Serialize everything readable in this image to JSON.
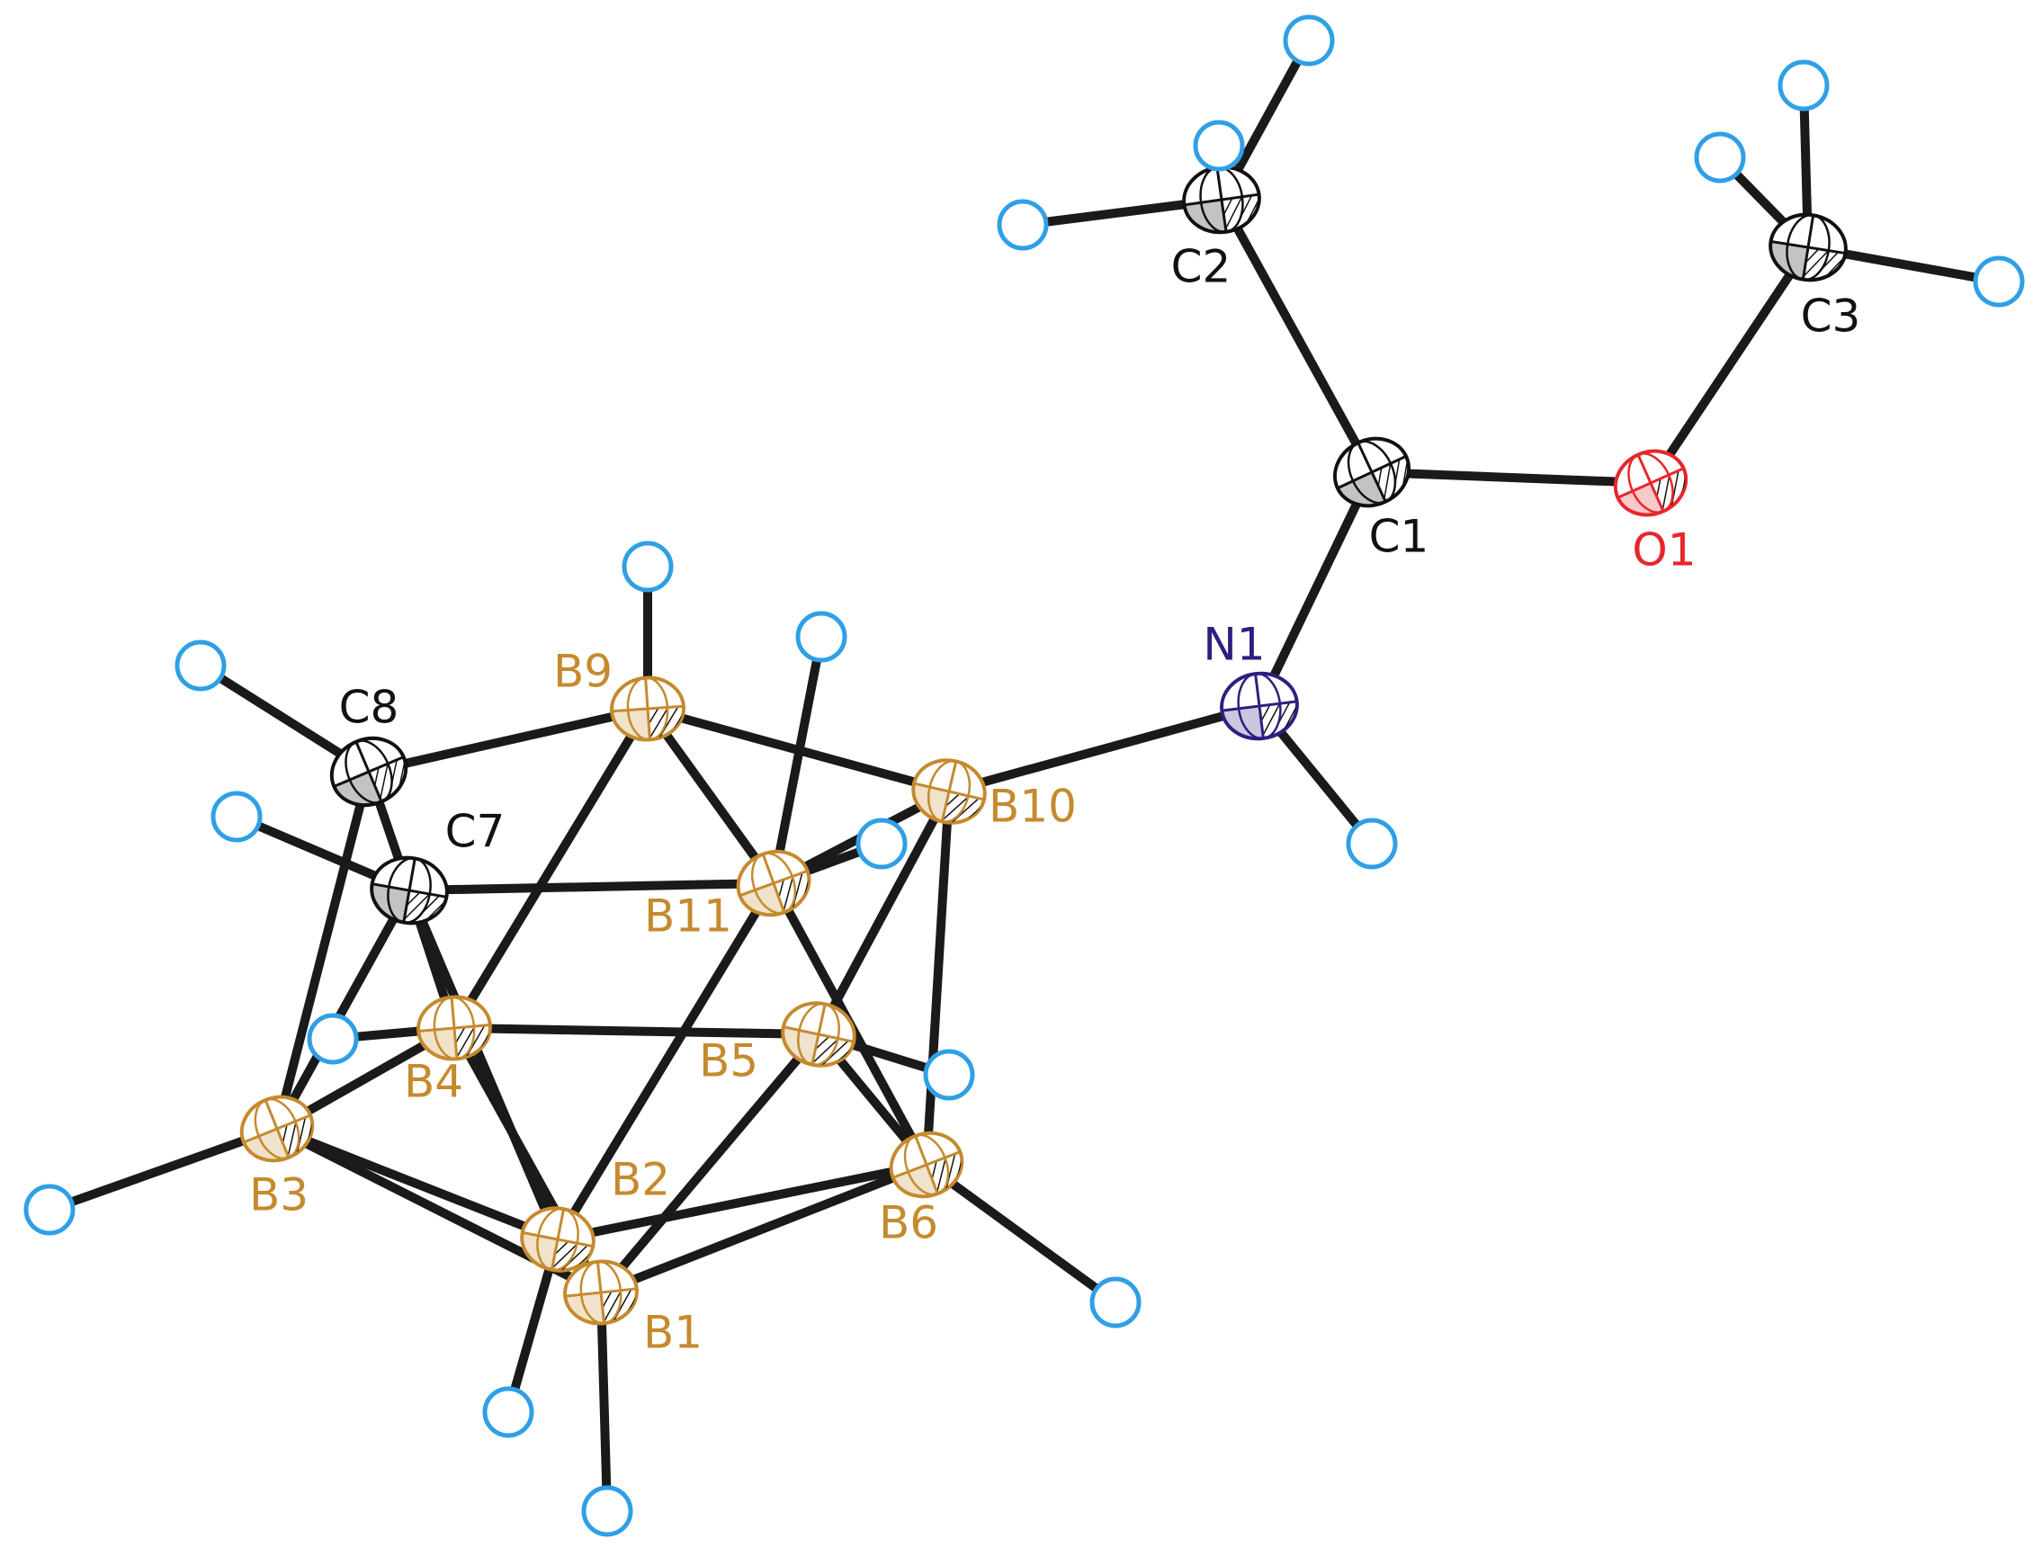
{
  "colors": {
    "bond": "#1a1a1a",
    "carbon": "#111111",
    "boron": "#c58a2e",
    "nitrogen": "#2b2080",
    "oxygen": "#e8262a",
    "hydrogen_fill": "#ffffff",
    "hydrogen_stroke": "#2f9fe6",
    "background": "#ffffff"
  },
  "atoms": [
    {
      "id": "C1",
      "label": "C1",
      "element": "C"
    },
    {
      "id": "C2",
      "label": "C2",
      "element": "C"
    },
    {
      "id": "C3",
      "label": "C3",
      "element": "C"
    },
    {
      "id": "O1",
      "label": "O1",
      "element": "O"
    },
    {
      "id": "N1",
      "label": "N1",
      "element": "N"
    },
    {
      "id": "C7",
      "label": "C7",
      "element": "C"
    },
    {
      "id": "C8",
      "label": "C8",
      "element": "C"
    },
    {
      "id": "B1",
      "label": "B1",
      "element": "B"
    },
    {
      "id": "B2",
      "label": "B2",
      "element": "B"
    },
    {
      "id": "B3",
      "label": "B3",
      "element": "B"
    },
    {
      "id": "B4",
      "label": "B4",
      "element": "B"
    },
    {
      "id": "B5",
      "label": "B5",
      "element": "B"
    },
    {
      "id": "B6",
      "label": "B6",
      "element": "B"
    },
    {
      "id": "B9",
      "label": "B9",
      "element": "B"
    },
    {
      "id": "B10",
      "label": "B10",
      "element": "B"
    },
    {
      "id": "B11",
      "label": "B11",
      "element": "B"
    }
  ],
  "bonds": [
    [
      "C2",
      "C1"
    ],
    [
      "C1",
      "O1"
    ],
    [
      "O1",
      "C3"
    ],
    [
      "C1",
      "N1"
    ],
    [
      "N1",
      "B10"
    ],
    [
      "C8",
      "B9"
    ],
    [
      "B9",
      "B10"
    ],
    [
      "C7",
      "B11"
    ],
    [
      "B4",
      "B5"
    ],
    [
      "B9",
      "B4"
    ],
    [
      "B9",
      "B11"
    ],
    [
      "B10",
      "B11"
    ],
    [
      "B10",
      "B5"
    ],
    [
      "B10",
      "B6"
    ],
    [
      "C8",
      "C7"
    ],
    [
      "C8",
      "B3"
    ],
    [
      "C7",
      "B3"
    ],
    [
      "C7",
      "B4"
    ],
    [
      "C7",
      "B2"
    ],
    [
      "B3",
      "B4"
    ],
    [
      "B3",
      "B2"
    ],
    [
      "B3",
      "B1"
    ],
    [
      "B4",
      "B1"
    ],
    [
      "B11",
      "B2"
    ],
    [
      "B11",
      "B6"
    ],
    [
      "B5",
      "B6"
    ],
    [
      "B5",
      "B1"
    ],
    [
      "B2",
      "B6"
    ],
    [
      "B1",
      "B6"
    ],
    [
      "B1",
      "B2"
    ]
  ],
  "hydrogens": [
    {
      "on": "C2"
    },
    {
      "on": "C2"
    },
    {
      "on": "C2"
    },
    {
      "on": "C3"
    },
    {
      "on": "C3"
    },
    {
      "on": "C3"
    },
    {
      "on": "N1"
    },
    {
      "on": "C8"
    },
    {
      "on": "C7"
    },
    {
      "on": "B9"
    },
    {
      "on": "B11"
    },
    {
      "on": "B11"
    },
    {
      "on": "B4"
    },
    {
      "on": "B5"
    },
    {
      "on": "B3"
    },
    {
      "on": "B6"
    },
    {
      "on": "B2"
    },
    {
      "on": "B1"
    }
  ]
}
